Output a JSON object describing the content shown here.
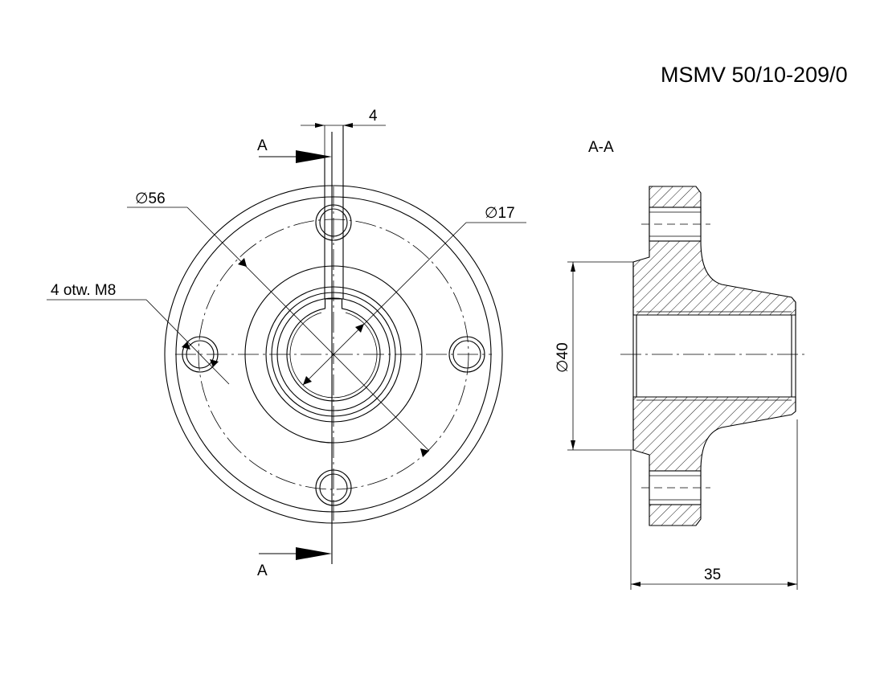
{
  "drawing": {
    "title": "MSMV 50/10-209/0",
    "section_label": "A-A",
    "cut_letter_top": "A",
    "cut_letter_bottom": "A",
    "dimensions": {
      "keyway_width": "4",
      "bolt_circle": "∅56",
      "bore": "∅17",
      "holes_note": "4 otw. M8",
      "hub_diameter": "∅40",
      "overall_length": "35"
    }
  }
}
